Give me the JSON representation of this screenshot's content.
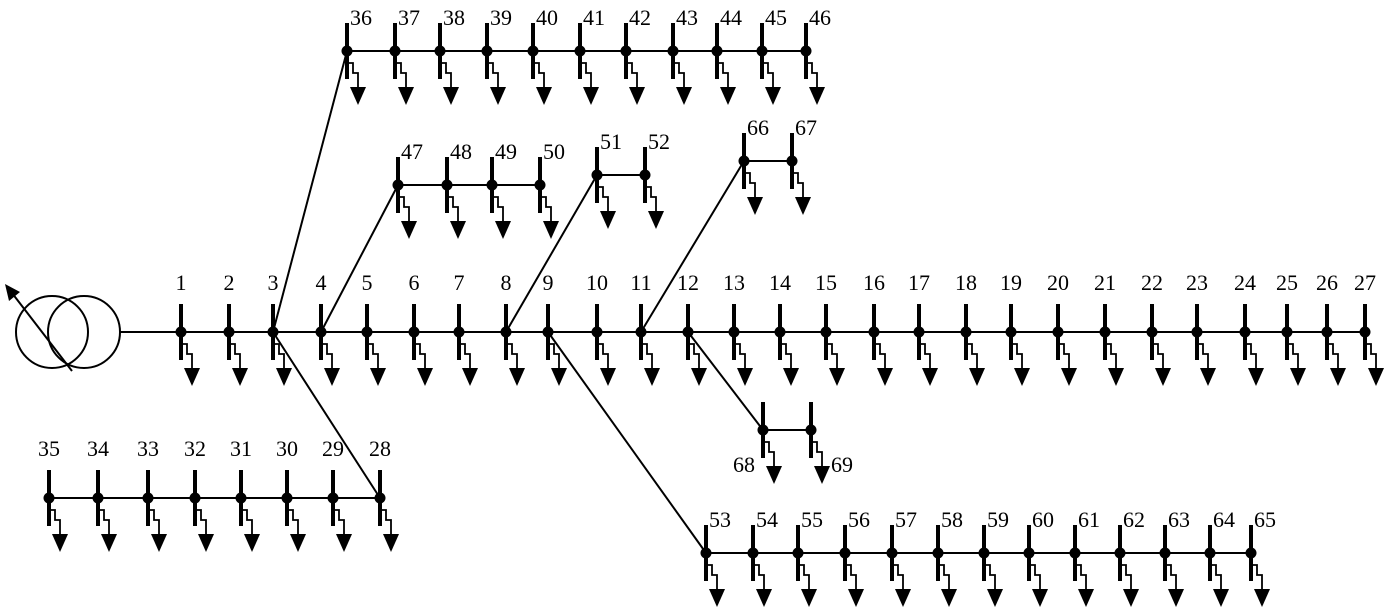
{
  "diagram": {
    "buses": [
      {
        "n": "1"
      },
      {
        "n": "2"
      },
      {
        "n": "3"
      },
      {
        "n": "4"
      },
      {
        "n": "5"
      },
      {
        "n": "6"
      },
      {
        "n": "7"
      },
      {
        "n": "8"
      },
      {
        "n": "9"
      },
      {
        "n": "10"
      },
      {
        "n": "11"
      },
      {
        "n": "12"
      },
      {
        "n": "13"
      },
      {
        "n": "14"
      },
      {
        "n": "15"
      },
      {
        "n": "16"
      },
      {
        "n": "17"
      },
      {
        "n": "18"
      },
      {
        "n": "19"
      },
      {
        "n": "20"
      },
      {
        "n": "21"
      },
      {
        "n": "22"
      },
      {
        "n": "23"
      },
      {
        "n": "24"
      },
      {
        "n": "25"
      },
      {
        "n": "26"
      },
      {
        "n": "27"
      },
      {
        "n": "28"
      },
      {
        "n": "29"
      },
      {
        "n": "30"
      },
      {
        "n": "31"
      },
      {
        "n": "32"
      },
      {
        "n": "33"
      },
      {
        "n": "34"
      },
      {
        "n": "35"
      },
      {
        "n": "36"
      },
      {
        "n": "37"
      },
      {
        "n": "38"
      },
      {
        "n": "39"
      },
      {
        "n": "40"
      },
      {
        "n": "41"
      },
      {
        "n": "42"
      },
      {
        "n": "43"
      },
      {
        "n": "44"
      },
      {
        "n": "45"
      },
      {
        "n": "46"
      },
      {
        "n": "47"
      },
      {
        "n": "48"
      },
      {
        "n": "49"
      },
      {
        "n": "50"
      },
      {
        "n": "51"
      },
      {
        "n": "52"
      },
      {
        "n": "53"
      },
      {
        "n": "54"
      },
      {
        "n": "55"
      },
      {
        "n": "56"
      },
      {
        "n": "57"
      },
      {
        "n": "58"
      },
      {
        "n": "59"
      },
      {
        "n": "60"
      },
      {
        "n": "61"
      },
      {
        "n": "62"
      },
      {
        "n": "63"
      },
      {
        "n": "64"
      },
      {
        "n": "65"
      },
      {
        "n": "66"
      },
      {
        "n": "67"
      },
      {
        "n": "68"
      },
      {
        "n": "69"
      }
    ],
    "lines": [
      [
        "1",
        "2"
      ],
      [
        "2",
        "3"
      ],
      [
        "3",
        "4"
      ],
      [
        "4",
        "5"
      ],
      [
        "5",
        "6"
      ],
      [
        "6",
        "7"
      ],
      [
        "7",
        "8"
      ],
      [
        "8",
        "9"
      ],
      [
        "9",
        "10"
      ],
      [
        "10",
        "11"
      ],
      [
        "11",
        "12"
      ],
      [
        "12",
        "13"
      ],
      [
        "13",
        "14"
      ],
      [
        "14",
        "15"
      ],
      [
        "15",
        "16"
      ],
      [
        "16",
        "17"
      ],
      [
        "17",
        "18"
      ],
      [
        "18",
        "19"
      ],
      [
        "19",
        "20"
      ],
      [
        "20",
        "21"
      ],
      [
        "21",
        "22"
      ],
      [
        "22",
        "23"
      ],
      [
        "23",
        "24"
      ],
      [
        "24",
        "25"
      ],
      [
        "25",
        "26"
      ],
      [
        "26",
        "27"
      ],
      [
        "3",
        "28"
      ],
      [
        "28",
        "29"
      ],
      [
        "29",
        "30"
      ],
      [
        "30",
        "31"
      ],
      [
        "31",
        "32"
      ],
      [
        "32",
        "33"
      ],
      [
        "33",
        "34"
      ],
      [
        "34",
        "35"
      ],
      [
        "3",
        "36"
      ],
      [
        "36",
        "37"
      ],
      [
        "37",
        "38"
      ],
      [
        "38",
        "39"
      ],
      [
        "39",
        "40"
      ],
      [
        "40",
        "41"
      ],
      [
        "41",
        "42"
      ],
      [
        "42",
        "43"
      ],
      [
        "43",
        "44"
      ],
      [
        "44",
        "45"
      ],
      [
        "45",
        "46"
      ],
      [
        "4",
        "47"
      ],
      [
        "47",
        "48"
      ],
      [
        "48",
        "49"
      ],
      [
        "49",
        "50"
      ],
      [
        "8",
        "51"
      ],
      [
        "51",
        "52"
      ],
      [
        "9",
        "53"
      ],
      [
        "53",
        "54"
      ],
      [
        "54",
        "55"
      ],
      [
        "55",
        "56"
      ],
      [
        "56",
        "57"
      ],
      [
        "57",
        "58"
      ],
      [
        "58",
        "59"
      ],
      [
        "59",
        "60"
      ],
      [
        "60",
        "61"
      ],
      [
        "61",
        "62"
      ],
      [
        "62",
        "63"
      ],
      [
        "63",
        "64"
      ],
      [
        "64",
        "65"
      ],
      [
        "11",
        "66"
      ],
      [
        "66",
        "67"
      ],
      [
        "12",
        "68"
      ],
      [
        "68",
        "69"
      ]
    ],
    "source": {
      "icon": "transformer-icon",
      "connects_to": "1"
    }
  }
}
